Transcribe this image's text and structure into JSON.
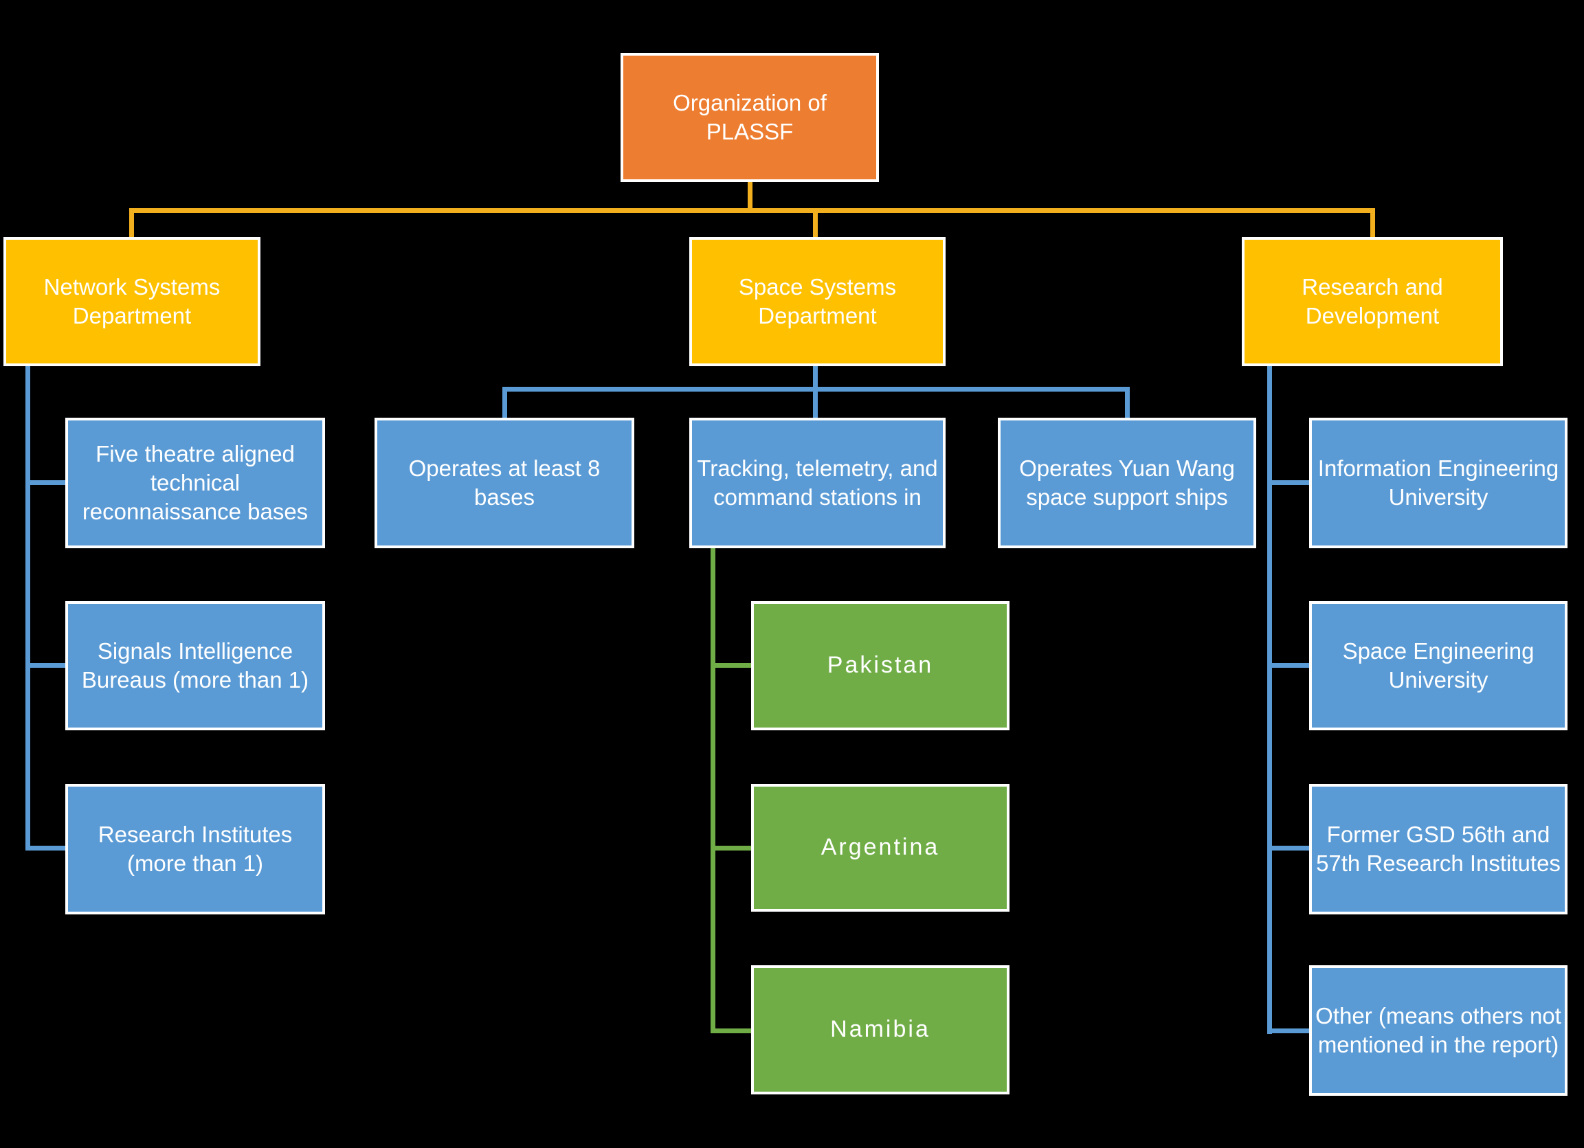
{
  "colors": {
    "background": "#000000",
    "box-border": "#FFFFFF",
    "text": "#FFFFFF",
    "root-fill": "#ED7D31",
    "dept-fill": "#FFC000",
    "item-fill": "#5B9BD5",
    "country-fill": "#70AD47",
    "dept-line": "#F2B01E",
    "item-line": "#5B9BD5",
    "country-line": "#70AD47"
  },
  "diagram": {
    "root": {
      "label": "Organization of PLASSF"
    },
    "departments": [
      {
        "label": "Network Systems Department",
        "children": [
          {
            "label": "Five theatre aligned technical reconnaissance bases"
          },
          {
            "label": "Signals Intelligence Bureaus (more than 1)"
          },
          {
            "label": "Research Institutes (more than 1)"
          }
        ]
      },
      {
        "label": "Space Systems Department",
        "children": [
          {
            "label": "Operates at least 8 bases"
          },
          {
            "label": "Tracking, telemetry, and command stations in",
            "children": [
              {
                "label": "Pakistan"
              },
              {
                "label": "Argentina"
              },
              {
                "label": "Namibia"
              }
            ]
          },
          {
            "label": "Operates Yuan Wang space support ships"
          }
        ]
      },
      {
        "label": "Research and Development",
        "children": [
          {
            "label": "Information Engineering University"
          },
          {
            "label": "Space Engineering University"
          },
          {
            "label": "Former GSD 56th and 57th Research Institutes"
          },
          {
            "label": "Other (means others not mentioned in the report)"
          }
        ]
      }
    ]
  }
}
